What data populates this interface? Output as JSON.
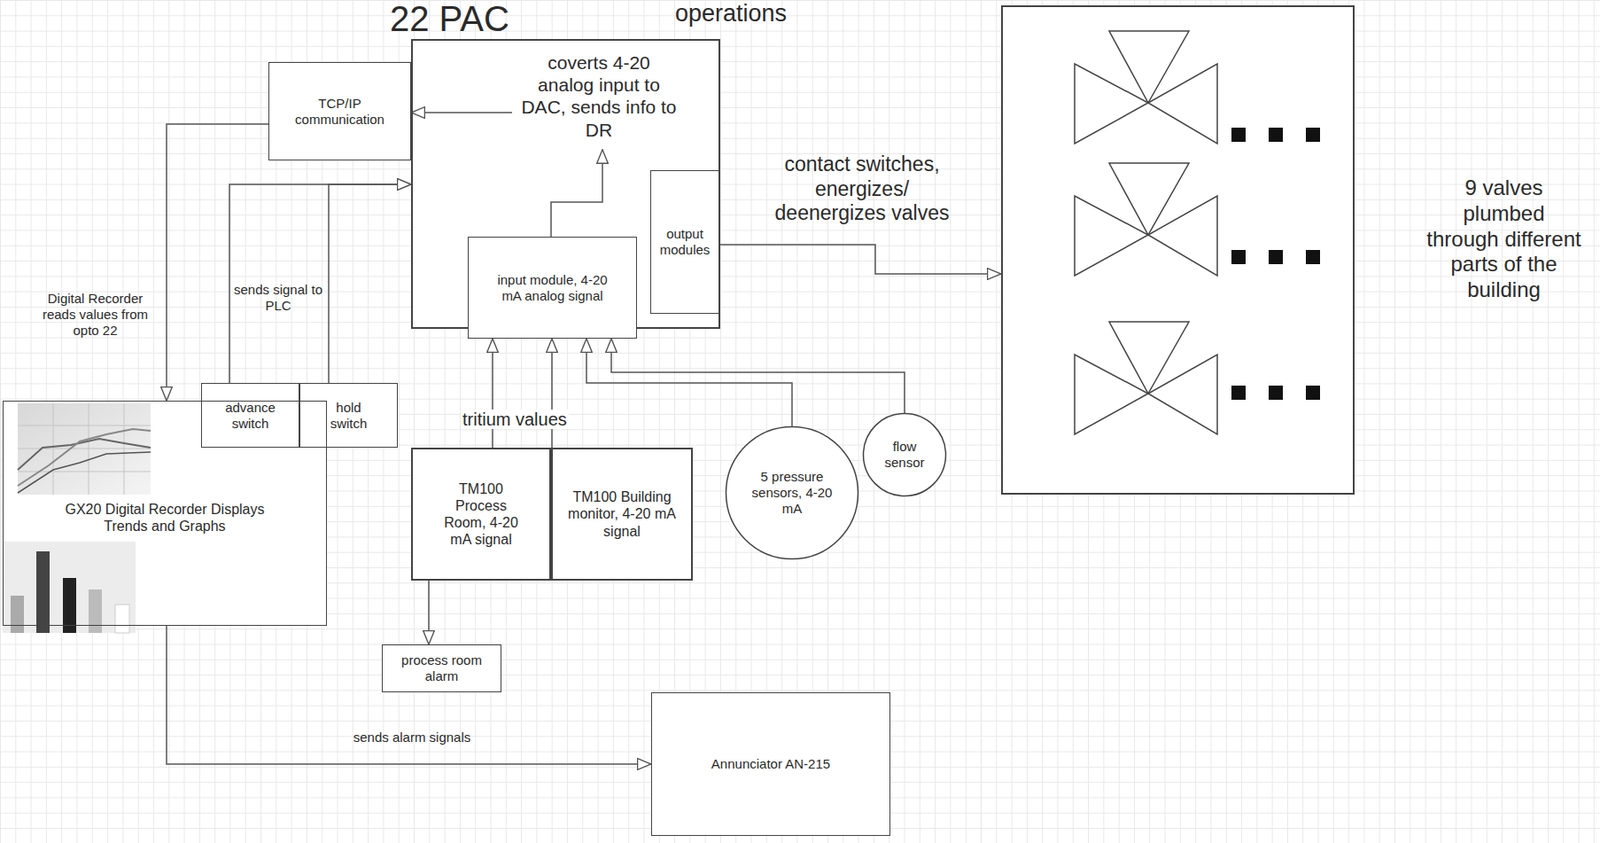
{
  "diagram": {
    "nodes": [
      {
        "text": [
          "TCP/IP communication"
        ]
      },
      {
        "text": [
          "coverts 4-20 analog input to DAC, sends info to DR"
        ]
      },
      {
        "text": [
          "output modules"
        ],
        "in": 1
      },
      {
        "text": [
          "input module, 4-20 mA analog signal"
        ],
        "in": 1
      },
      {
        "text": [
          "9 valves plumbed through different parts of the building"
        ]
      },
      {
        "text": [
          "advance switch"
        ]
      },
      {
        "text": [
          "hold switch"
        ]
      },
      {
        "text": [
          "GX20 Digital Recorder Displays Trends and Graphs"
        ]
      },
      {
        "text": [
          "TM100 Process Room, 4-20 mA signal"
        ]
      },
      {
        "text": [
          "TM100 Building monitor, 4-20 mA signal"
        ]
      },
      {
        "text": [
          "5 pressure sensors, 4-20 mA"
        ]
      },
      {
        "text": [
          "flow sensor"
        ]
      },
      {
        "text": [
          "process room alarm"
        ]
      },
      {
        "text": [
          "Annunciator AN-215"
        ]
      }
    ],
    "edges": [
      {
        "from": 1,
        "to": 0,
        "arrow": "to"
      },
      {
        "from": 0,
        "to": 7,
        "label": "Digital Recorder reads values from opto 22",
        "arrow": "to"
      },
      {
        "from": 5,
        "to": 1,
        "label": "sends signal to PLC",
        "arrow": "to"
      },
      {
        "from": 6,
        "to": 1,
        "arrow": "to"
      },
      {
        "from": 3,
        "to": 1,
        "arrow": "to"
      },
      {
        "from": 8,
        "to": 3,
        "arrow": "to"
      },
      {
        "from": 9,
        "to": 3,
        "arrow": "to"
      },
      {
        "from": 10,
        "to": 3,
        "arrow": "to"
      },
      {
        "from": 11,
        "to": 3,
        "arrow": "to"
      },
      {
        "from": 8,
        "to": 12,
        "arrow": "to"
      },
      {
        "from": 2,
        "to": 4,
        "label": "contact switches, energizes/ deenergizes valves",
        "arrow": "to"
      },
      {
        "from": 7,
        "to": 13,
        "label": "sends alarm signals",
        "arrow": "to"
      }
    ],
    "labels": [
      "22 PAC",
      "operations",
      "tritium values"
    ]
  }
}
